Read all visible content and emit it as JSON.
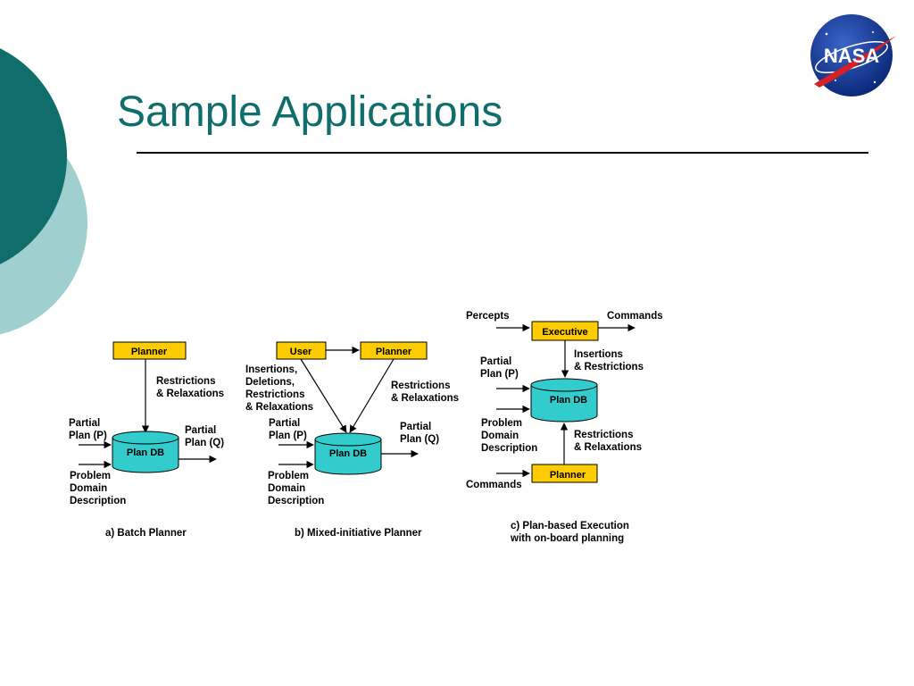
{
  "slide": {
    "title": "Sample Applications",
    "logo_text": "NASA",
    "colors": {
      "accent_dark": "#0f6e6c",
      "accent_light": "#9fcfcf",
      "box_fill": "#ffcc00",
      "db_fill": "#33cccc"
    }
  },
  "diagram_a": {
    "planner": "Planner",
    "restrictions": [
      "Restrictions",
      "& Relaxations"
    ],
    "partial_p": [
      "Partial",
      "Plan (P)"
    ],
    "partial_q": [
      "Partial",
      "Plan (Q)"
    ],
    "plan_db": "Plan DB",
    "problem": [
      "Problem",
      "Domain",
      "Description"
    ],
    "caption": "a) Batch Planner"
  },
  "diagram_b": {
    "user": "User",
    "planner": "Planner",
    "insertions": [
      "Insertions,",
      "Deletions,",
      "Restrictions",
      "& Relaxations"
    ],
    "restrictions": [
      "Restrictions",
      "& Relaxations"
    ],
    "partial_p": [
      "Partial",
      "Plan (P)"
    ],
    "partial_q": [
      "Partial",
      "Plan (Q)"
    ],
    "plan_db": "Plan DB",
    "problem": [
      "Problem",
      "Domain",
      "Description"
    ],
    "caption": "b) Mixed-initiative Planner"
  },
  "diagram_c": {
    "percepts": "Percepts",
    "commands_top": "Commands",
    "executive": "Executive",
    "partial_p": [
      "Partial",
      "Plan (P)"
    ],
    "insertions": [
      "Insertions",
      "& Restrictions"
    ],
    "plan_db": "Plan DB",
    "problem": [
      "Problem",
      "Domain",
      "Description"
    ],
    "restrictions": [
      "Restrictions",
      "& Relaxations"
    ],
    "planner": "Planner",
    "commands_bottom": "Commands",
    "caption": [
      "c) Plan-based Execution",
      "with on-board  planning"
    ]
  }
}
